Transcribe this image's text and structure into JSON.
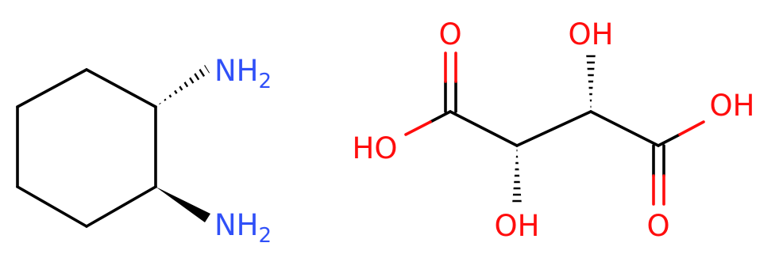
{
  "colors": {
    "bond": "#000000",
    "nitrogen": "#3050f8",
    "oxygen": "#ff0d0d",
    "background": "#ffffff"
  },
  "labels": {
    "amine_top": {
      "main": "NH",
      "sub": "2"
    },
    "amine_bottom": {
      "main": "NH",
      "sub": "2"
    },
    "carbonyl_o_left": "O",
    "hydroxyl_top": "OH",
    "acid_oh_right": "OH",
    "acid_oh_left": "HO",
    "hydroxyl_bottom": "OH",
    "carbonyl_o_right": "O"
  }
}
